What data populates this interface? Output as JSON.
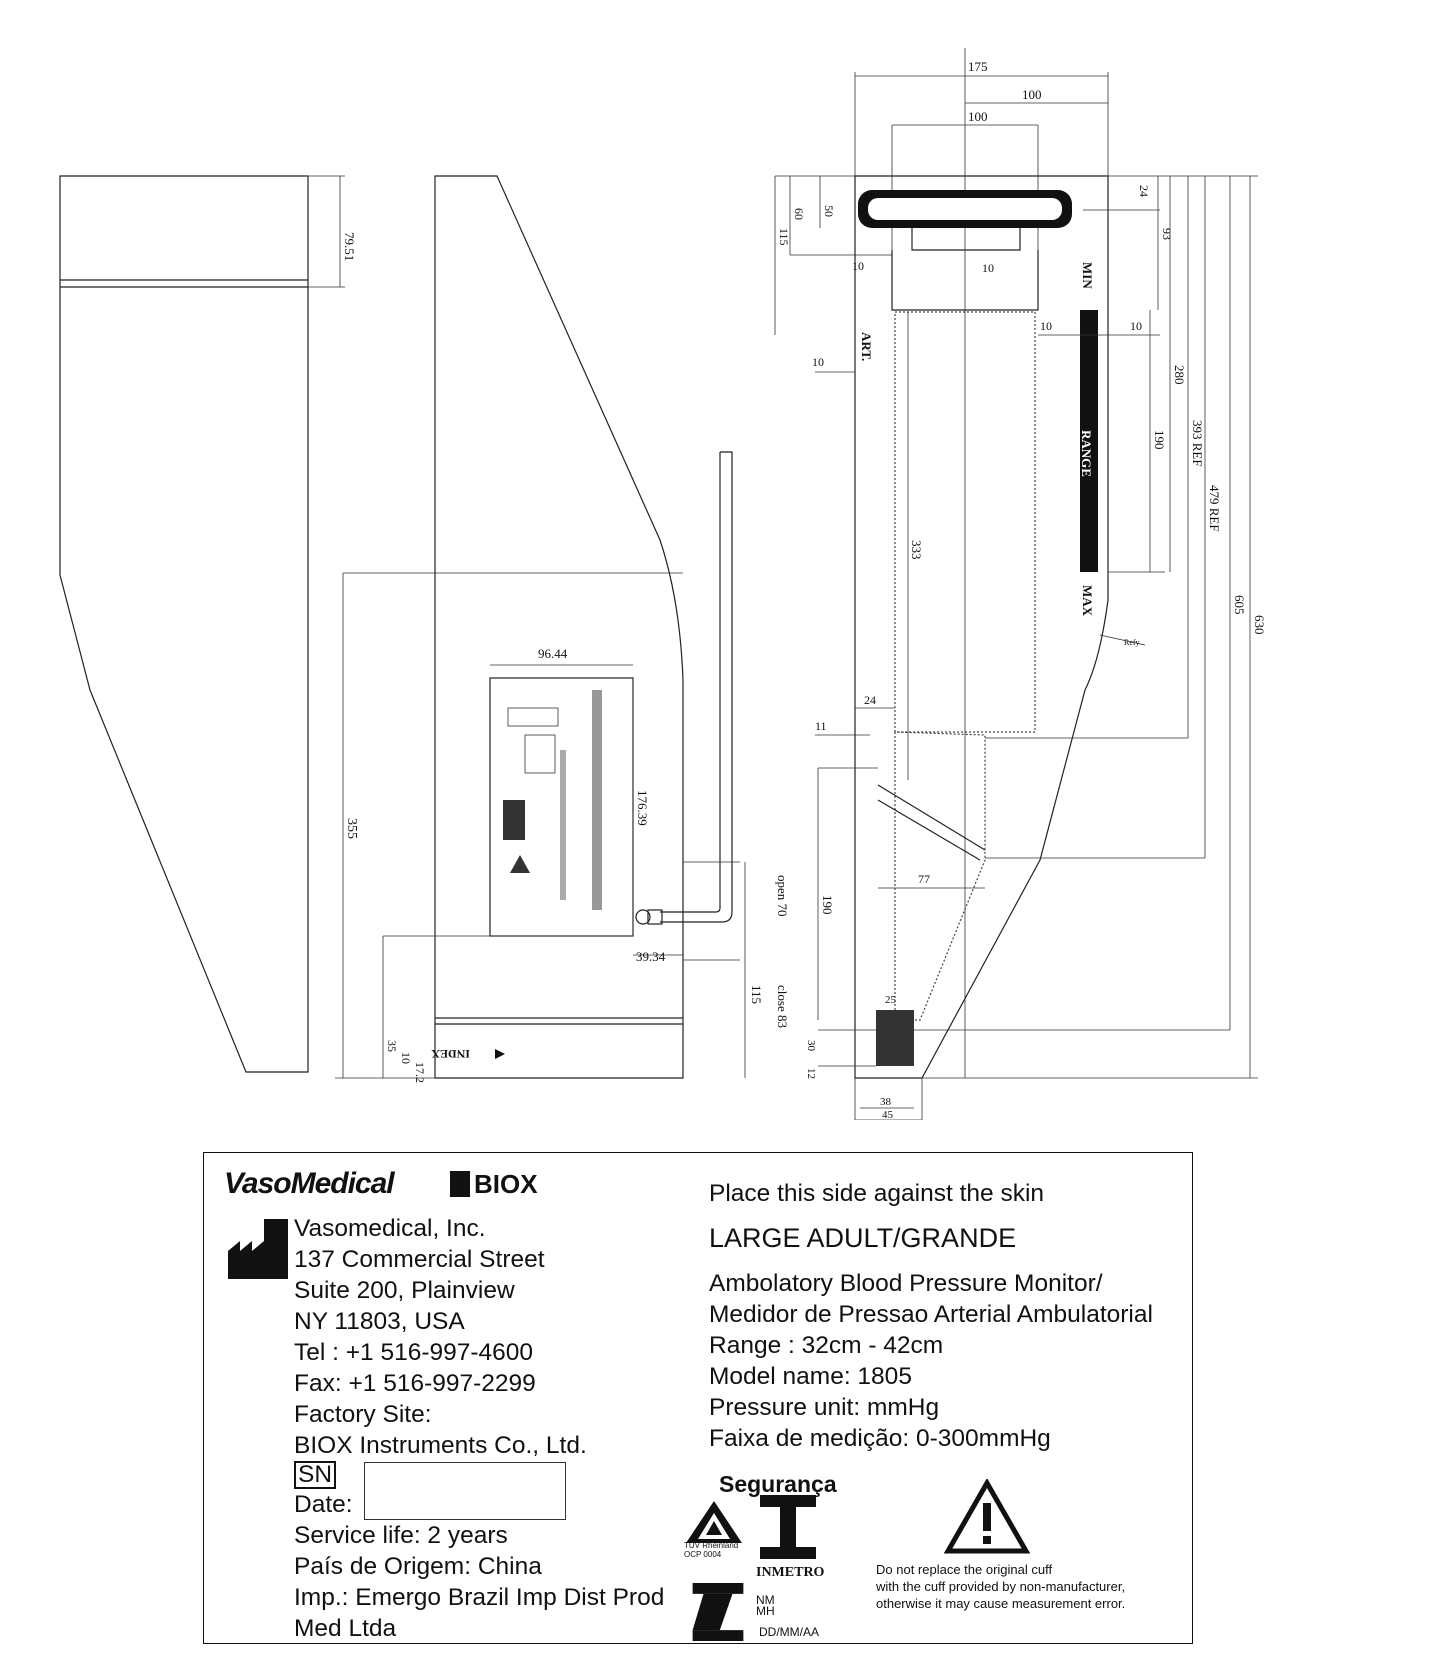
{
  "drawing": {
    "dimensions": {
      "d175": "175",
      "d100a": "100",
      "d100b": "100",
      "d24a": "24",
      "d93": "93",
      "d60": "60",
      "d50": "50",
      "d115a": "115",
      "d10a": "10",
      "d10b": "10",
      "d10c": "10",
      "d10d": "10",
      "d10e": "10",
      "d280": "280",
      "d190a": "190",
      "d393": "393 REF",
      "d479": "479 REF",
      "d605": "605",
      "d630": "630",
      "d333": "333",
      "d24b": "24",
      "d11": "11",
      "d190b": "190",
      "d77": "77",
      "d25": "25",
      "d30": "30",
      "d12": "12",
      "d38": "38",
      "d45": "45",
      "d7951": "79.51",
      "d9644": "96.44",
      "d17639": "176.39",
      "d355": "355",
      "d3934": "39.34",
      "open70": "open 70",
      "d115b": "115",
      "close83": "close 83",
      "d35": "35",
      "d10f": "10",
      "d172": "17.2"
    },
    "marks": {
      "min": "MIN",
      "max": "MAX",
      "range": "RANGE",
      "art": "ART.",
      "index": "INDEX",
      "ref_small": "Refy"
    }
  },
  "label": {
    "logo_vaso": "VasoMedical",
    "logo_biox": "BIOX",
    "manufacturer": [
      "Vasomedical, Inc.",
      "137 Commercial Street",
      "Suite 200, Plainview",
      "NY 11803, USA",
      "Tel : +1 516-997-4600",
      "Fax: +1 516-997-2299",
      "Factory Site:",
      "BIOX Instruments Co., Ltd."
    ],
    "sn": "SN",
    "date": "Date:",
    "service_life": "Service life: 2 years",
    "origin": "País de Origem: China",
    "importer": "Imp.: Emergo Brazil Imp Dist Prod",
    "importer2": "Med Ltda",
    "place_skin": "Place this side against the skin",
    "size": "LARGE ADULT/GRANDE",
    "device1": "Ambolatory Blood Pressure Monitor/",
    "device2": "Medidor de Pressao Arterial Ambulatorial",
    "range": "Range : 32cm - 42cm",
    "model": "Model name: 1805",
    "pressure_unit": "Pressure unit: mmHg",
    "faixa": "Faixa de medição: 0-300mmHg",
    "seguranca": "Segurança",
    "tuv": "TÜV Rheinland",
    "ocp": "OCP 0004",
    "inmetro": "INMETRO",
    "nm": "NM",
    "mh": "MH",
    "ddmm": "DD/MM/AA",
    "warning": [
      "Do not replace the original cuff",
      "with the cuff provided by non-manufacturer,",
      "otherwise it may cause measurement error."
    ]
  }
}
